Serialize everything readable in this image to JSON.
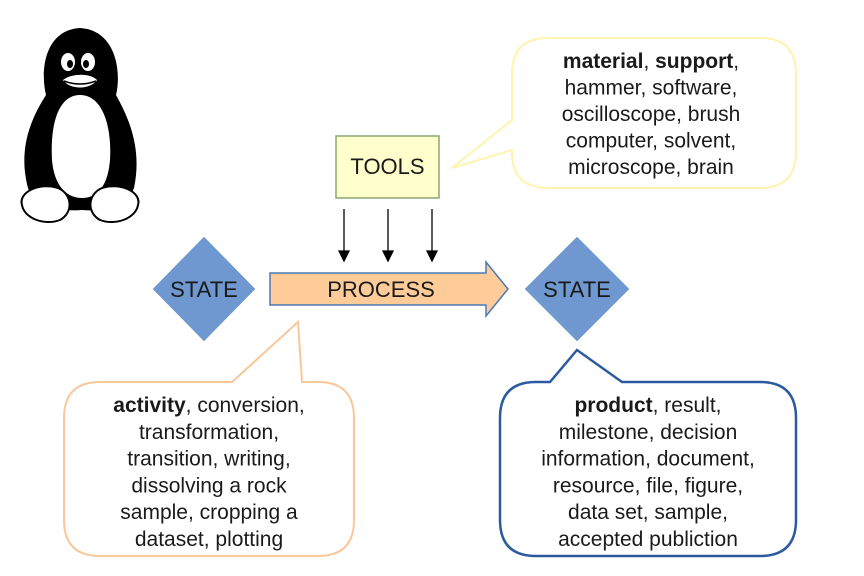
{
  "diagram": {
    "tools": {
      "label": "TOOLS"
    },
    "process": {
      "label": "PROCESS"
    },
    "state_left": {
      "label": "STATE"
    },
    "state_right": {
      "label": "STATE"
    },
    "tools_callout": {
      "lines": [
        [
          {
            "t": "material",
            "b": true
          },
          {
            "t": ", ",
            "b": false
          },
          {
            "t": "support",
            "b": true
          },
          {
            "t": ",",
            "b": false
          }
        ],
        [
          {
            "t": "hammer, software,",
            "b": false
          }
        ],
        [
          {
            "t": "oscilloscope, brush",
            "b": false
          }
        ],
        [
          {
            "t": "computer, solvent,",
            "b": false
          }
        ],
        [
          {
            "t": "microscope, brain",
            "b": false
          }
        ]
      ]
    },
    "process_callout": {
      "lines": [
        [
          {
            "t": "activity",
            "b": true
          },
          {
            "t": ", conversion,",
            "b": false
          }
        ],
        [
          {
            "t": "transformation,",
            "b": false
          }
        ],
        [
          {
            "t": "transition, writing,",
            "b": false
          }
        ],
        [
          {
            "t": "dissolving a rock",
            "b": false
          }
        ],
        [
          {
            "t": "sample, cropping a",
            "b": false
          }
        ],
        [
          {
            "t": "dataset, plotting",
            "b": false
          }
        ]
      ]
    },
    "state_callout": {
      "lines": [
        [
          {
            "t": "product",
            "b": true
          },
          {
            "t": ", result,",
            "b": false
          }
        ],
        [
          {
            "t": "milestone, decision",
            "b": false
          }
        ],
        [
          {
            "t": "information, document,",
            "b": false
          }
        ],
        [
          {
            "t": "resource, file, figure,",
            "b": false
          }
        ],
        [
          {
            "t": "data set, sample,",
            "b": false
          }
        ],
        [
          {
            "t": "accepted publiction",
            "b": false
          }
        ]
      ]
    },
    "colors": {
      "tools_fill": "#ffffcc",
      "tools_stroke": "#8aa870",
      "process_fill": "#ffcc99",
      "process_stroke": "#4a7ab8",
      "state_fill": "#6f97d0",
      "tools_callout_stroke": "#fff3b0",
      "process_callout_stroke": "#f8c89a",
      "state_callout_stroke": "#2c5aa0"
    },
    "mascot_icon": "penguin-icon"
  }
}
